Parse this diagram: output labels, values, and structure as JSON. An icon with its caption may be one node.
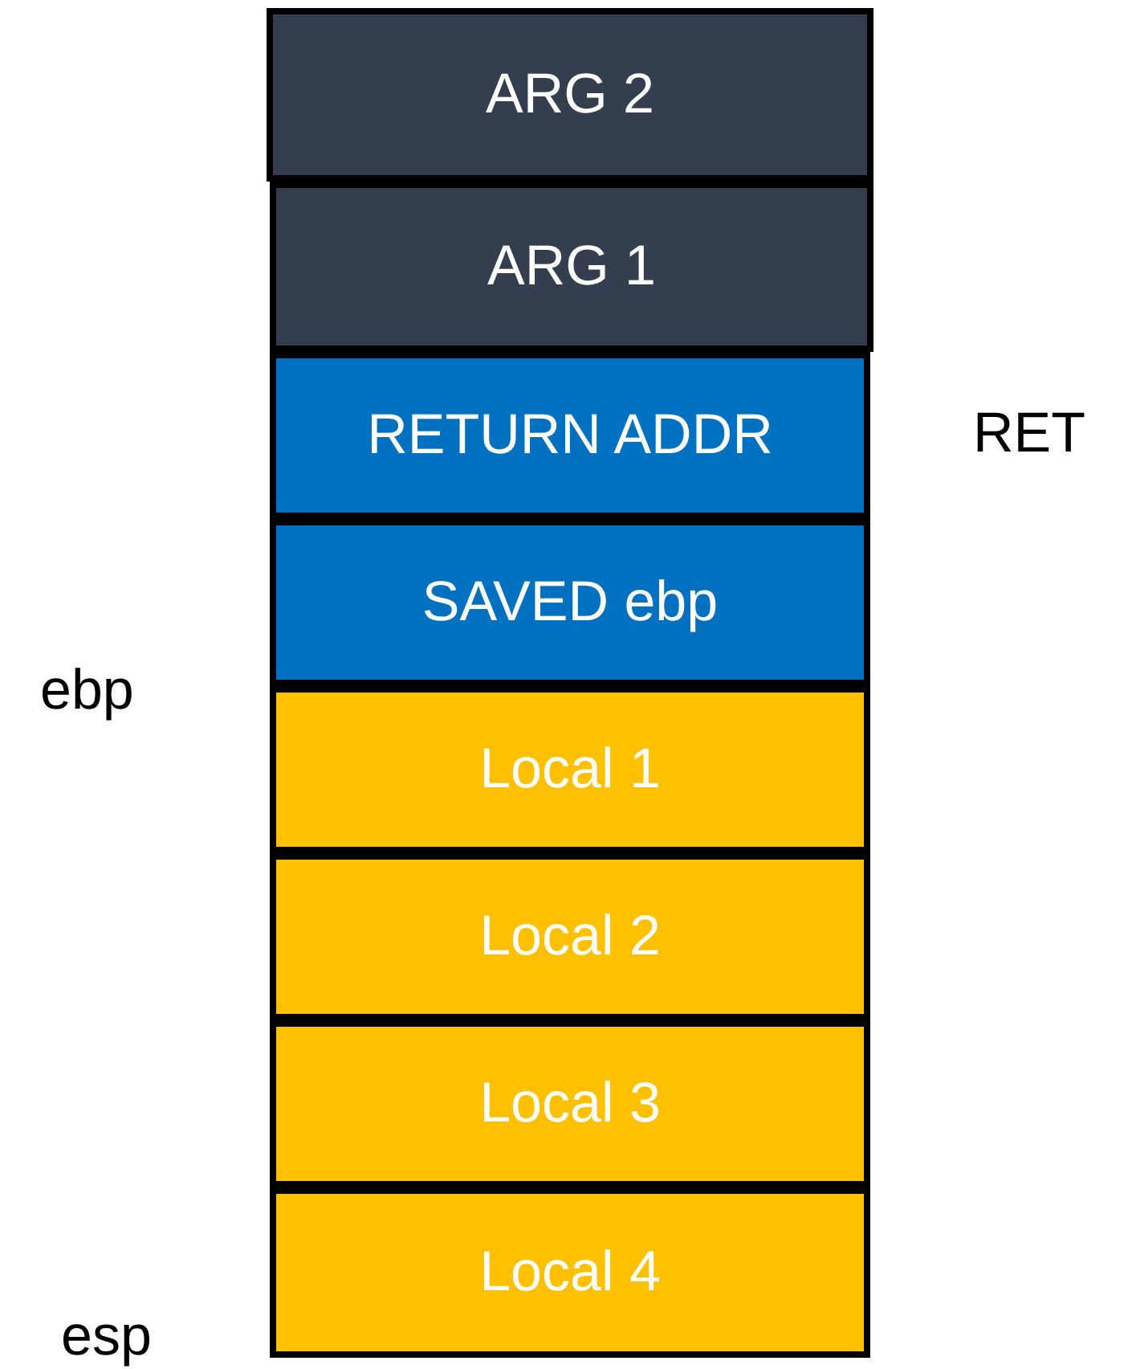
{
  "diagram": {
    "nodes": [
      {
        "text": [
          "ARG 2"
        ]
      },
      {
        "text": [
          "ARG 1"
        ]
      },
      {
        "text": [
          "RETURN ADDR"
        ]
      },
      {
        "text": [
          "SAVED ebp"
        ]
      },
      {
        "text": [
          "Local 1"
        ]
      },
      {
        "text": [
          "Local 2"
        ]
      },
      {
        "text": [
          "Local 3"
        ]
      },
      {
        "text": [
          "Local 4"
        ]
      }
    ],
    "labels": [
      "RET",
      "ebp",
      "esp"
    ]
  }
}
